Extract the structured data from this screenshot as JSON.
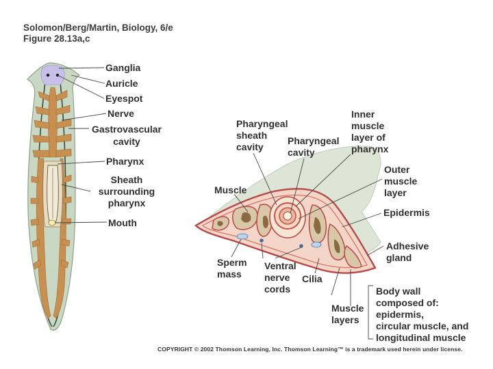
{
  "header": {
    "line1": "Solomon/Berg/Martin, Biology, 6/e",
    "line2": "Figure 28.13a,c"
  },
  "labels": {
    "ganglia": "Ganglia",
    "auricle": "Auricle",
    "eyespot": "Eyespot",
    "nerve": "Nerve",
    "gastro_1": "Gastrovascular",
    "gastro_2": "cavity",
    "pharynx": "Pharynx",
    "sheath_1": "Sheath",
    "sheath_2": "surrounding",
    "sheath_3": "pharynx",
    "mouth": "Mouth",
    "ph_sheath_1": "Pharyngeal",
    "ph_sheath_2": "sheath",
    "ph_sheath_3": "cavity",
    "ph_cavity_1": "Pharyngeal",
    "ph_cavity_2": "cavity",
    "inner_1": "Inner",
    "inner_2": "muscle",
    "inner_3": "layer of",
    "inner_4": "pharynx",
    "outer_1": "Outer",
    "outer_2": "muscle",
    "outer_3": "layer",
    "muscle": "Muscle",
    "epidermis": "Epidermis",
    "adhesive_1": "Adhesive",
    "adhesive_2": "gland",
    "sperm_1": "Sperm",
    "sperm_2": "mass",
    "ventral_1": "Ventral",
    "ventral_2": "nerve",
    "ventral_3": "cords",
    "cilia": "Cilia",
    "muscle_layers_1": "Muscle",
    "muscle_layers_2": "layers",
    "bodywall_1": "Body wall",
    "bodywall_2": "composed of:",
    "bodywall_3": "epidermis,",
    "bodywall_4": "circular muscle, and",
    "bodywall_5": "longitudinal muscle"
  },
  "copyright": "COPYRIGHT © 2002 Thomson Learning, Inc. Thomson Learning™ is a trademark used herein under license.",
  "colors": {
    "body_fill": "#c9d8c2",
    "gut": "#c89050",
    "nerve_cord": "#3a4a3a",
    "head": "#c8c0e8",
    "section_muscle": "#c85050",
    "section_fill": "#f5d0c0"
  }
}
